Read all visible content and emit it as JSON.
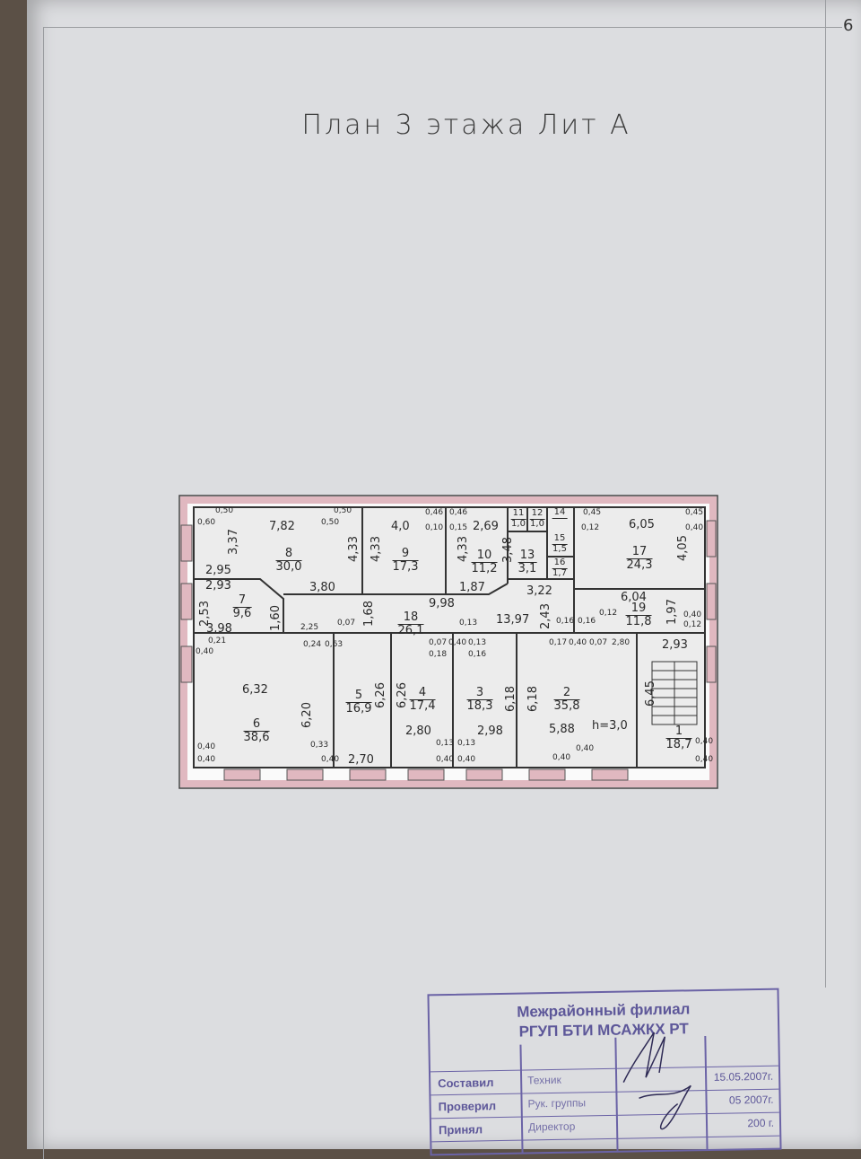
{
  "page_number": "6",
  "title": "План 3 этажа Лит А",
  "rooms": [
    {
      "no": "1",
      "area": "18,7"
    },
    {
      "no": "2",
      "area": "35,8"
    },
    {
      "no": "3",
      "area": "18,3"
    },
    {
      "no": "4",
      "area": "17,4"
    },
    {
      "no": "5",
      "area": "16,9"
    },
    {
      "no": "6",
      "area": "38,6"
    },
    {
      "no": "7",
      "area": "9,6"
    },
    {
      "no": "8",
      "area": "30,0"
    },
    {
      "no": "9",
      "area": "17,3"
    },
    {
      "no": "10",
      "area": "11,2"
    },
    {
      "no": "11",
      "area": "1,0"
    },
    {
      "no": "12",
      "area": "1,0"
    },
    {
      "no": "13",
      "area": "3,1"
    },
    {
      "no": "14",
      "area": ""
    },
    {
      "no": "15",
      "area": "1,5"
    },
    {
      "no": "16",
      "area": "1,7"
    },
    {
      "no": "17",
      "area": "24,3"
    },
    {
      "no": "18",
      "area": "26,1"
    },
    {
      "no": "19",
      "area": "11,8"
    }
  ],
  "dims": [
    "7,82",
    "3,37",
    "4,33",
    "4,33",
    "4,0",
    "2,95",
    "2,93",
    "3,80",
    "2,53",
    "1,60",
    "3,98",
    "2,25",
    "1,68",
    "9,98",
    "2,69",
    "4,33",
    "3,48",
    "1,87",
    "3,22",
    "13,97",
    "2,43",
    "6,05",
    "4,05",
    "6,04",
    "1,97",
    "2,93",
    "2,80",
    "6,32",
    "6,20",
    "6,26",
    "6,26",
    "2,70",
    "2,80",
    "6,18",
    "6,18",
    "2,98",
    "5,88",
    "6,45",
    "h=3,0"
  ],
  "small_dims": [
    "0,60",
    "0,50",
    "0,50",
    "0,50",
    "0,46",
    "0,10",
    "0,46",
    "0,15",
    "0,45",
    "0,12",
    "0,45",
    "0,40",
    "0,40",
    "0,21",
    "0,24",
    "0,63",
    "0,07",
    "0,07",
    "0,40",
    "0,13",
    "0,18",
    "0,16",
    "0,13",
    "0,16",
    "0,16",
    "0,12",
    "0,17",
    "0,40",
    "0,07",
    "0,12",
    "0,40",
    "0,40",
    "0,40",
    "0,33",
    "0,40",
    "0,13",
    "0,13",
    "0,40",
    "0,40",
    "0,40",
    "0,40",
    "0,40",
    "0,40"
  ],
  "stamp": {
    "line1": "Межрайонный филиал",
    "line2": "РГУП БТИ МСАЖКХ РТ",
    "rows": [
      {
        "role": "Составил",
        "position": "Техник",
        "date": "15.05.2007г."
      },
      {
        "role": "Проверил",
        "position": "Рук. группы",
        "date": "05 2007г."
      },
      {
        "role": "Принял",
        "position": "Директор",
        "date": "200 г."
      }
    ]
  }
}
